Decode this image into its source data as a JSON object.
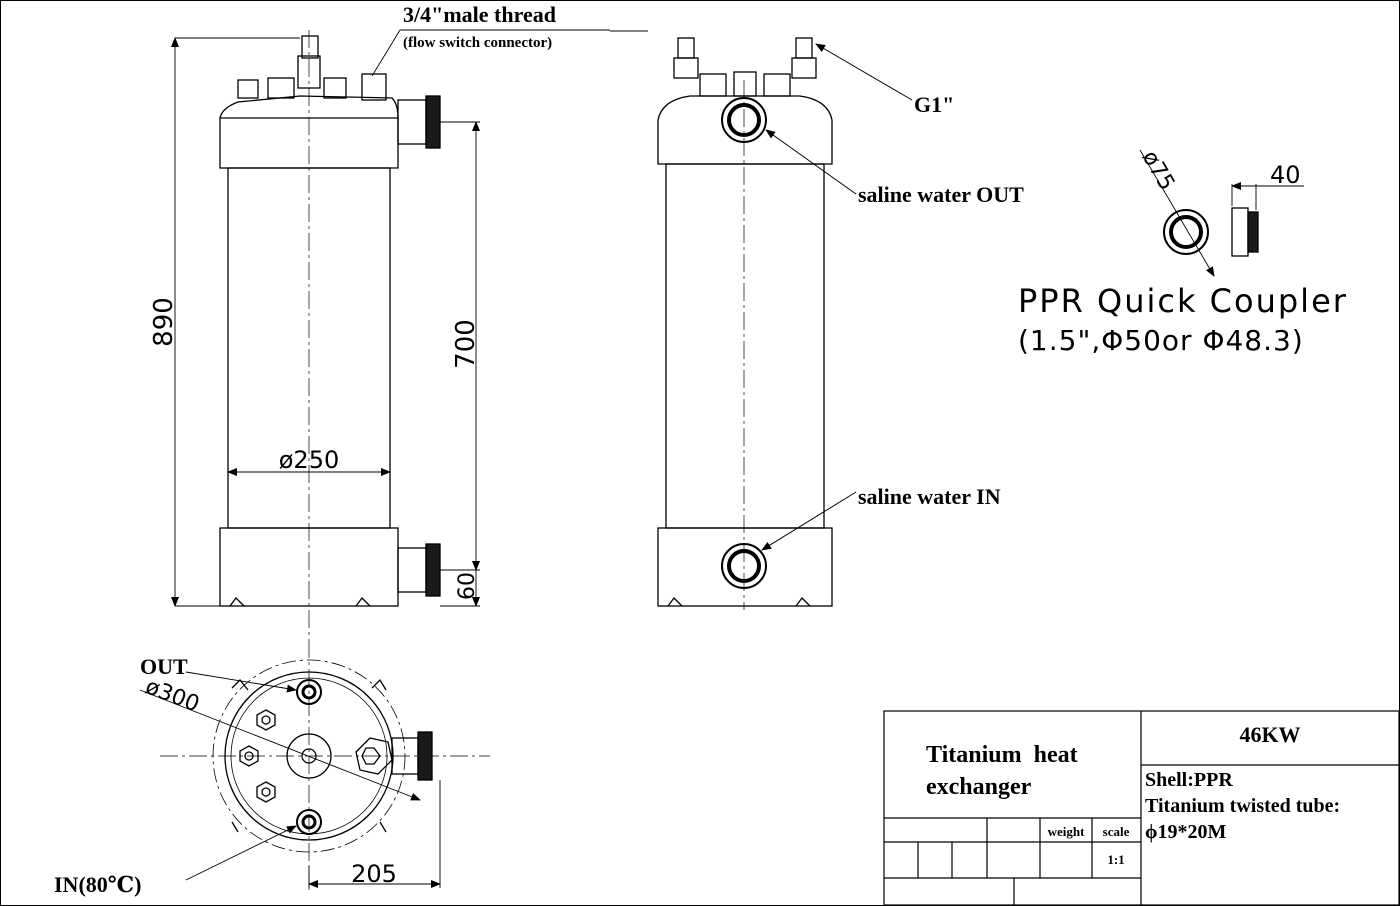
{
  "drawing": {
    "side_view": {
      "thread_label": "3/4\"male thread",
      "thread_sub": "(flow switch connector)",
      "height_total": "890",
      "height_inner": "700",
      "diameter": "ø250",
      "bottom_offset": "60"
    },
    "front_view": {
      "connector_label": "G1\"",
      "outlet_label": "saline water OUT",
      "inlet_label": "saline water IN"
    },
    "coupler": {
      "diameter": "ø75",
      "length": "40",
      "title": "PPR Quick Coupler",
      "spec": "(1.5\",Φ50or Φ48.3)"
    },
    "top_view": {
      "out_label": "OUT",
      "diameter": "ø300",
      "in_label": "IN(80℃)",
      "offset": "205"
    },
    "title_block": {
      "product_line1": "Titanium  heat",
      "product_line2": "exchanger",
      "power": "46KW",
      "shell": "Shell:PPR",
      "tube_line1": "Titanium twisted tube:",
      "tube_line2": "ϕ19*20M",
      "weight_header": "weight",
      "scale_header": "scale",
      "scale_value": "1:1"
    }
  }
}
